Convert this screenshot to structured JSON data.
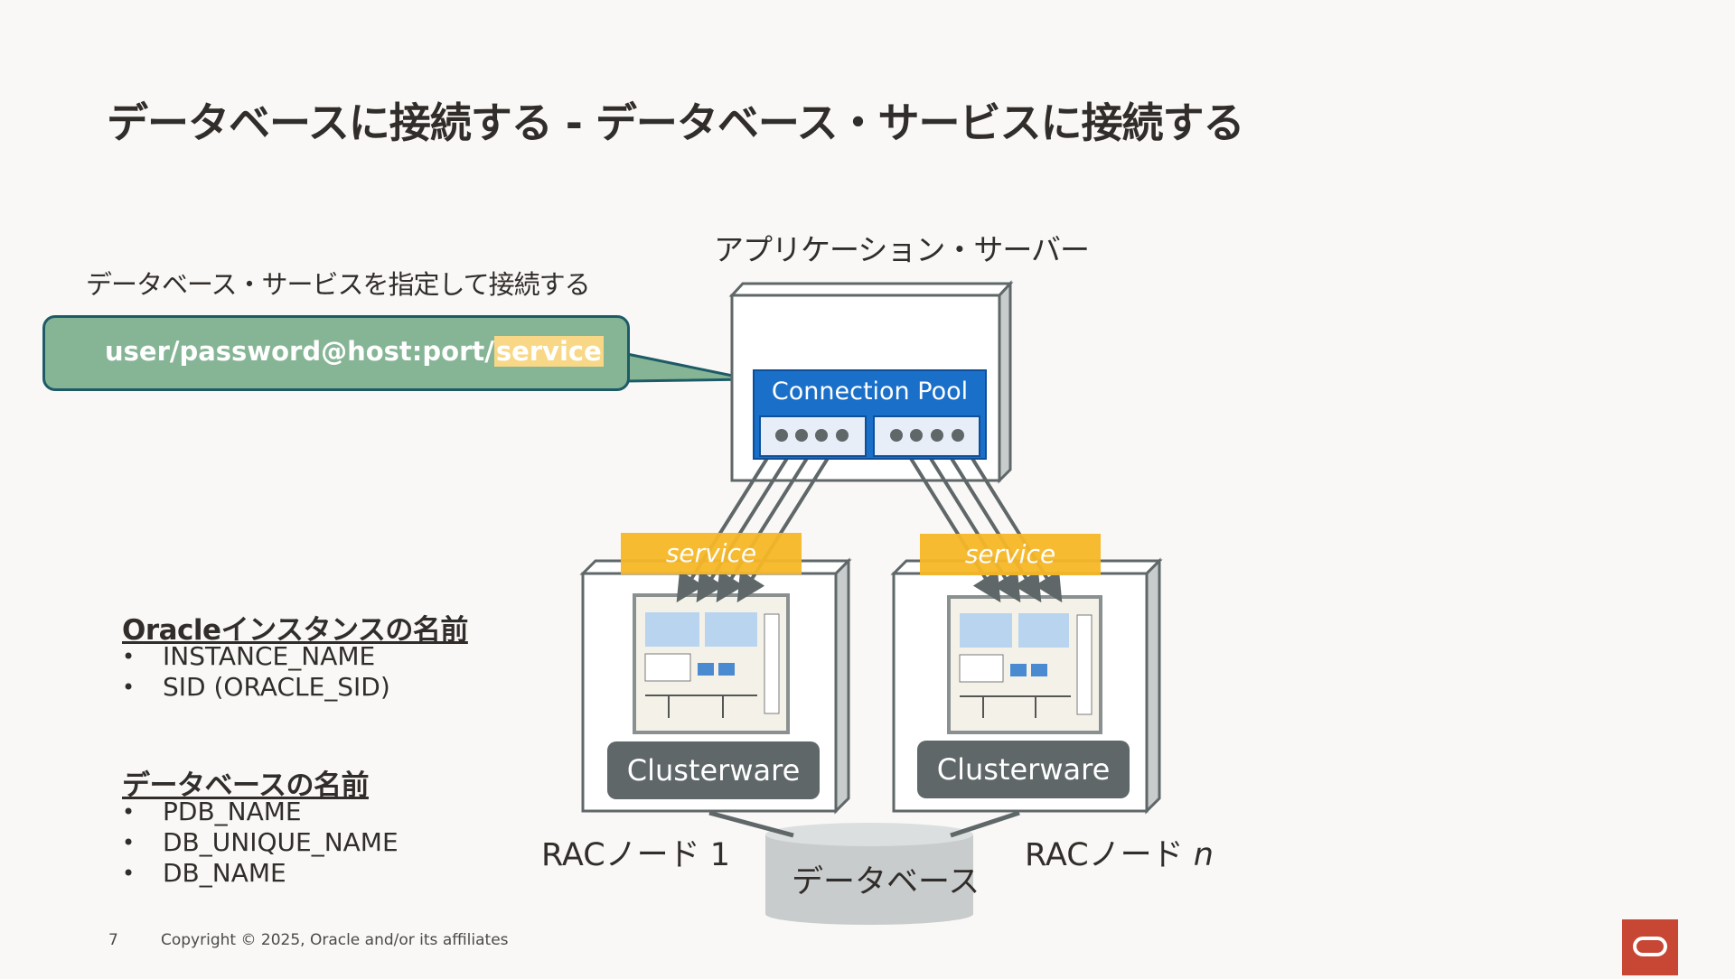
{
  "slide": {
    "title": "データベースに接続する - データベース・サービスに接続する",
    "connect_note": "データベース・サービスを指定して接続する",
    "connection_string_prefix": "user/password@host:port/",
    "connection_string_service": "service",
    "app_server_label": "アプリケーション・サーバー",
    "pool_label": "Connection Pool",
    "service_tag_1": "service",
    "service_tag_2": "service",
    "clusterware_1": "Clusterware",
    "clusterware_2": "Clusterware",
    "node1_label": "RACノード 1",
    "node2_label_prefix": "RACノード ",
    "node2_label_n": "n",
    "database_label": "データベース",
    "instance_section": {
      "heading": "Oracleインスタンスの名前",
      "items": [
        "INSTANCE_NAME",
        "SID (ORACLE_SID)"
      ]
    },
    "database_section": {
      "heading": "データベースの名前",
      "items": [
        "PDB_NAME",
        "DB_UNIQUE_NAME",
        "DB_NAME"
      ]
    }
  },
  "footer": {
    "page_number": "7",
    "copyright": "Copyright © 2025, Oracle and/or its affiliates"
  },
  "colors": {
    "background": "#f9f8f6",
    "callout_fill": "#86b596",
    "callout_border": "#1e5b66",
    "pool_blue": "#1a6fc9",
    "service_yellow": "#f6b827",
    "clusterware_gray": "#5f6768",
    "oracle_red": "#c74634"
  },
  "icons": {
    "oracle_logo": "oracle-logo-icon",
    "instance_thumbnail": "instance-architecture-thumbnail",
    "database_cylinder": "database-cylinder-icon"
  }
}
